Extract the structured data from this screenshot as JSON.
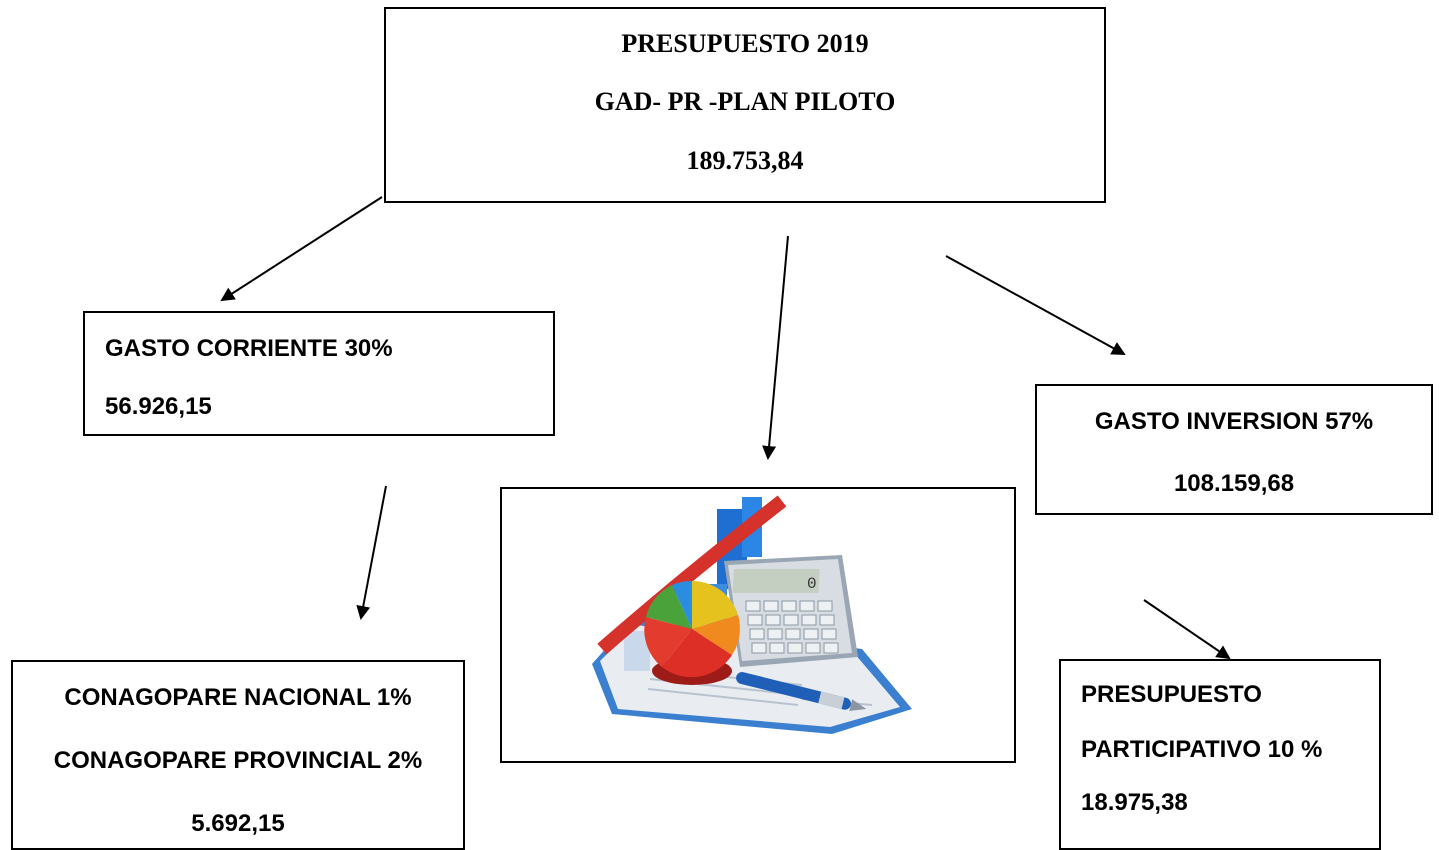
{
  "root": {
    "title": "PRESUPUESTO 2019",
    "subtitle": "GAD- PR -PLAN PILOTO",
    "amount": "189.753,84"
  },
  "gasto_corriente": {
    "label": "GASTO CORRIENTE  30%",
    "amount": "56.926,15"
  },
  "gasto_inversion": {
    "label": "GASTO INVERSION 57%",
    "amount": "108.159,68"
  },
  "conagopare": {
    "nacional": "CONAGOPARE NACIONAL 1%",
    "provincial": "CONAGOPARE PROVINCIAL 2%",
    "amount": "5.692,15"
  },
  "presupuesto_participativo": {
    "line1": "PRESUPUESTO",
    "line2": "PARTICIPATIVO 10 %",
    "amount": "18.975,38"
  },
  "illustration": {
    "icon": "calculator-chart-clipboard-icon"
  }
}
